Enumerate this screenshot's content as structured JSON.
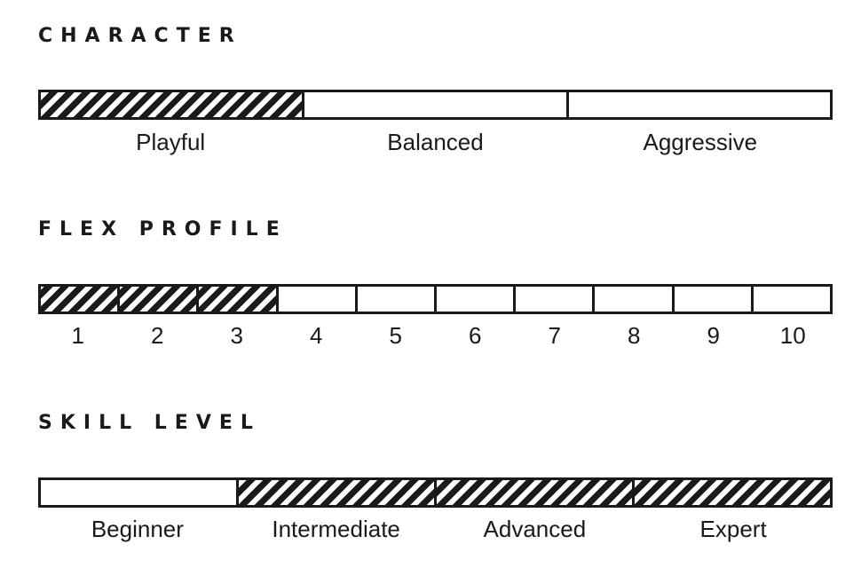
{
  "sections": [
    {
      "title": "CHARACTER",
      "segments": [
        {
          "label": "Playful",
          "filled": true
        },
        {
          "label": "Balanced",
          "filled": false
        },
        {
          "label": "Aggressive",
          "filled": false
        }
      ]
    },
    {
      "title": "FLEX PROFILE",
      "segments": [
        {
          "label": "1",
          "filled": true
        },
        {
          "label": "2",
          "filled": true
        },
        {
          "label": "3",
          "filled": true
        },
        {
          "label": "4",
          "filled": false
        },
        {
          "label": "5",
          "filled": false
        },
        {
          "label": "6",
          "filled": false
        },
        {
          "label": "7",
          "filled": false
        },
        {
          "label": "8",
          "filled": false
        },
        {
          "label": "9",
          "filled": false
        },
        {
          "label": "10",
          "filled": false
        }
      ]
    },
    {
      "title": "SKILL LEVEL",
      "segments": [
        {
          "label": "Beginner",
          "filled": false
        },
        {
          "label": "Intermediate",
          "filled": true
        },
        {
          "label": "Advanced",
          "filled": true
        },
        {
          "label": "Expert",
          "filled": true
        }
      ]
    }
  ],
  "colors": {
    "ink": "#1a1a1a",
    "background": "#ffffff"
  }
}
